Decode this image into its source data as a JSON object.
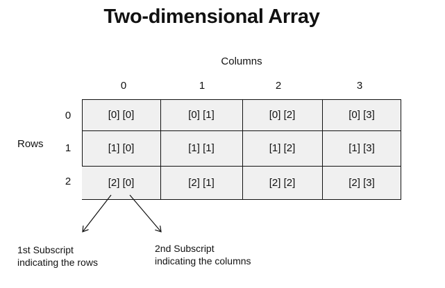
{
  "title": "Two-dimensional Array",
  "columns_label": "Columns",
  "rows_label": "Rows",
  "column_indices": [
    "0",
    "1",
    "2",
    "3"
  ],
  "row_indices": [
    "0",
    "1",
    "2"
  ],
  "cells": [
    [
      "[0] [0]",
      "[0] [1]",
      "[0] [2]",
      "[0] [3]"
    ],
    [
      "[1] [0]",
      "[1] [1]",
      "[1] [2]",
      "[1] [3]"
    ],
    [
      "[2] [0]",
      "[2] [1]",
      "[2] [2]",
      "[2] [3]"
    ]
  ],
  "first_subscript_note": [
    "1st Subscript",
    "indicating the rows"
  ],
  "second_subscript_note": [
    "2nd Subscript",
    "indicating the columns"
  ]
}
